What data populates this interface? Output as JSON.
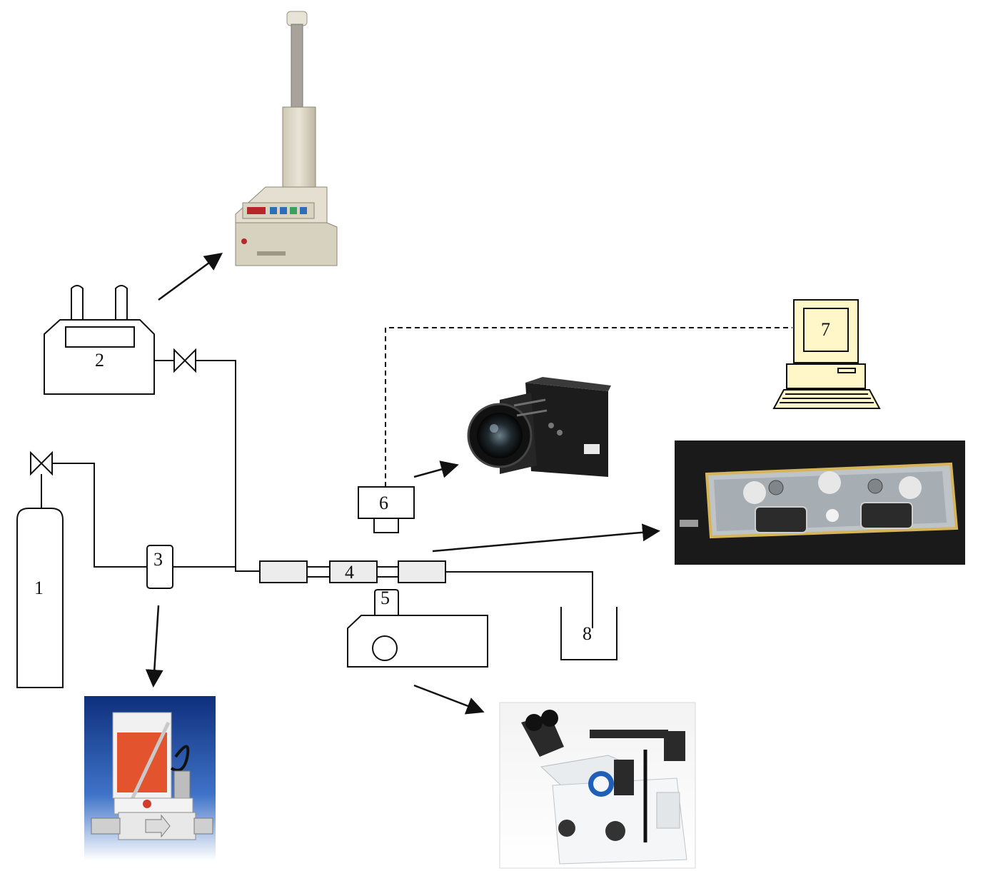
{
  "labels": {
    "n1": "1",
    "n2": "2",
    "n3": "3",
    "n4": "4",
    "n5": "5",
    "n6": "6",
    "n7": "7",
    "n8": "8"
  },
  "colors": {
    "line": "#111111",
    "computer_fill": "#fff7c8",
    "dark_photo": "#1a1a1a",
    "flow_meter_blue": "#1f4fa8",
    "flow_meter_red": "#e2532e",
    "pump_beige": "#ded8c7"
  },
  "icons": {
    "valve": "bowtie-valve-icon",
    "arrow": "arrow-icon",
    "computer": "computer-icon"
  }
}
